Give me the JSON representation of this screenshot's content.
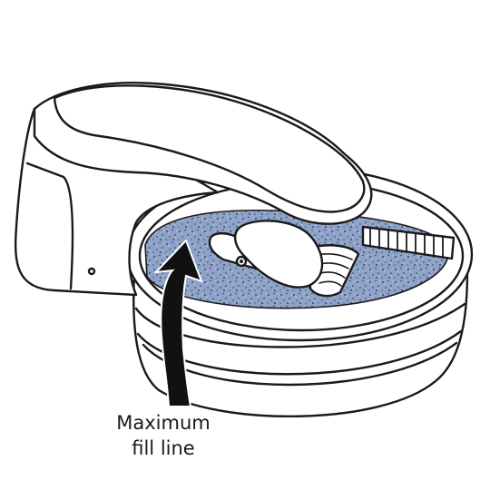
{
  "callout": {
    "line1": "Maximum",
    "line2": "fill line"
  },
  "colors": {
    "litter": "#8fa3c9",
    "litter_speckle": "#1f2d4d",
    "outline": "#1a1a1a",
    "body": "#ffffff",
    "arrow": "#111111"
  },
  "icons": {
    "arrow": "curved-up-arrow"
  }
}
